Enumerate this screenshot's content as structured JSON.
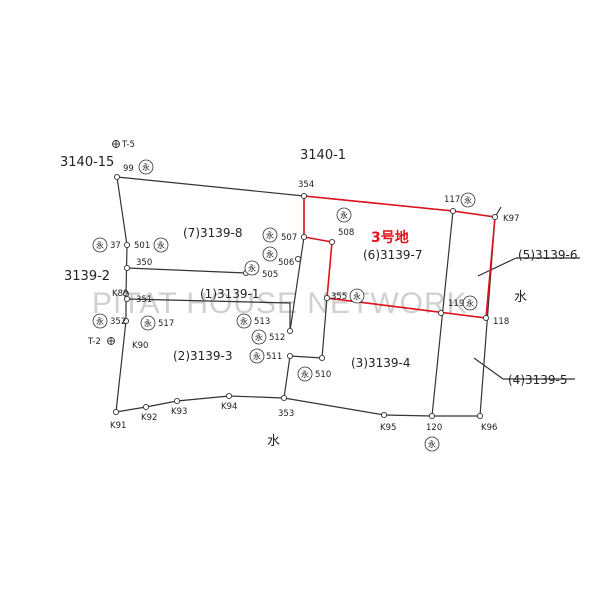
{
  "watermark": "PITAT HOUSE NETWORK",
  "colors": {
    "line": "#333333",
    "highlight": "#e0121b",
    "watermark": "#d0d0d0"
  },
  "highlight_label": "3号地",
  "water_label": "水",
  "stake_symbol": "永",
  "benchmarks": {
    "t5": "T-5",
    "t2": "T-2"
  },
  "parcels": {
    "p3140_15": "3140-15",
    "p3140_1": "3140-1",
    "p3139_2": "3139-2",
    "lot7": "(7)3139-8",
    "lot6": "(6)3139-7",
    "lot5": "(5)3139-6",
    "lot1": "(1)3139-1",
    "lot2": "(2)3139-3",
    "lot3": "(3)3139-4",
    "lot4": "(4)3139-5"
  },
  "points": {
    "p99": "99",
    "p354": "354",
    "p117": "117",
    "pK97": "K97",
    "p37": "37",
    "p501": "501",
    "p507": "507",
    "p508": "508",
    "p350": "350",
    "p506": "506",
    "p505": "505",
    "pK89": "K89",
    "p351": "351",
    "p355": "355",
    "p119": "119",
    "p118": "118",
    "p352": "352",
    "p517": "517",
    "p513": "513",
    "p512": "512",
    "pK90": "K90",
    "p511": "511",
    "p510": "510",
    "pK91": "K91",
    "pK92": "K92",
    "pK93": "K93",
    "pK94": "K94",
    "p353": "353",
    "pK95": "K95",
    "p120": "120",
    "pK96": "K96"
  }
}
